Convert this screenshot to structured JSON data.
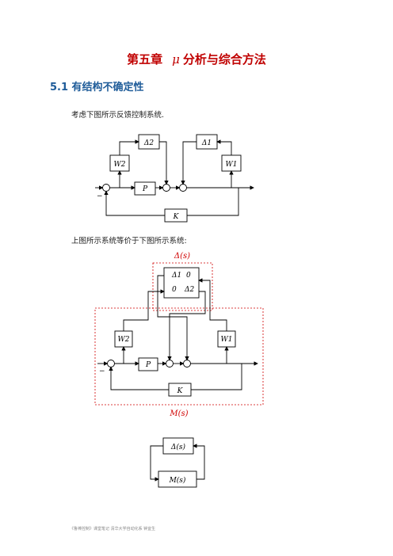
{
  "header": {
    "chapter_prefix": "第五章",
    "mu_symbol": "μ",
    "chapter_suffix": "分析与综合方法"
  },
  "section": {
    "title": "5.1 有结构不确定性"
  },
  "paragraphs": {
    "intro": "考虑下图所示反馈控制系统.",
    "equivalent": "上图所示系统等价于下图所示系统:"
  },
  "diagram1": {
    "delta2": "Δ2",
    "delta1": "Δ1",
    "w2": "W2",
    "w1": "W1",
    "p": "P",
    "k": "K",
    "minus": "−"
  },
  "diagram2": {
    "delta_s_label": "Δ(s)",
    "m_s_label": "M(s)",
    "matrix": [
      "Δ1",
      "0",
      "0",
      "Δ2"
    ],
    "w2": "W2",
    "w1": "W1",
    "p": "P",
    "k": "K",
    "minus": "−"
  },
  "diagram3": {
    "delta_s": "Δ(s)",
    "m_s": "M(s)"
  },
  "footer": {
    "text": "《鲁棒控制》课堂笔记    清华大学自动化系 钟宜生"
  },
  "colors": {
    "chapter_title": "#c00000",
    "section_title": "#1f5c99",
    "dashed_box": "#d00000"
  }
}
